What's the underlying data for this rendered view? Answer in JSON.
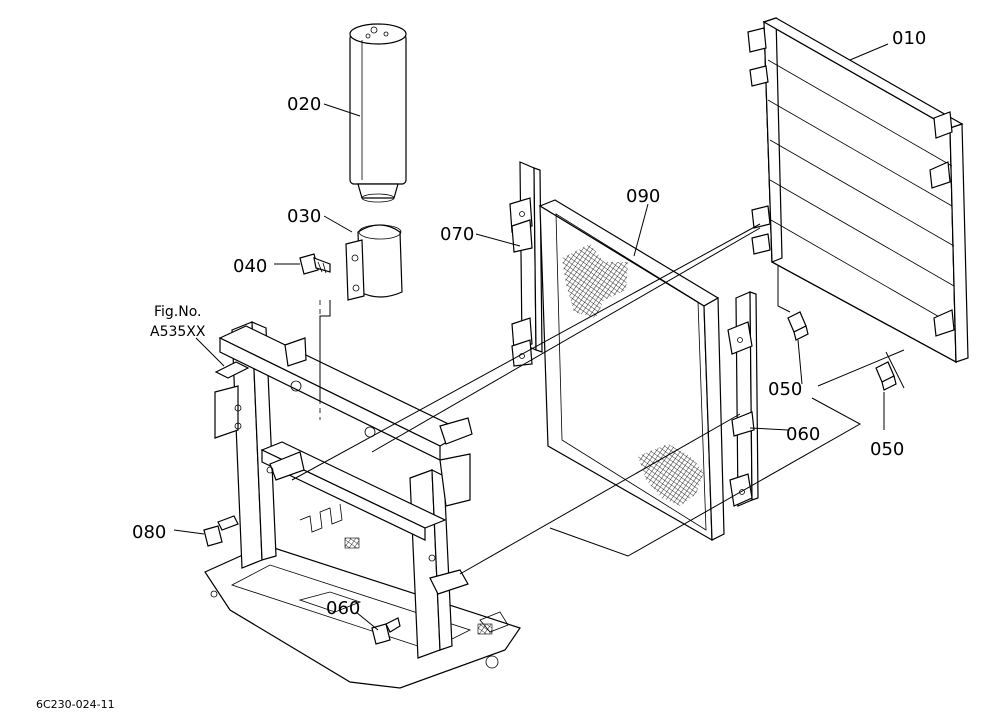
{
  "callouts": {
    "p010": "010",
    "p020": "020",
    "p030": "030",
    "p040": "040",
    "p050a": "050",
    "p050b": "050",
    "p060a": "060",
    "p060b": "060",
    "p070": "070",
    "p080": "080",
    "p090": "090"
  },
  "figure_ref": {
    "line1": "Fig.No.",
    "line2": "A535XX"
  },
  "diagram_code": "6C230-024-11"
}
